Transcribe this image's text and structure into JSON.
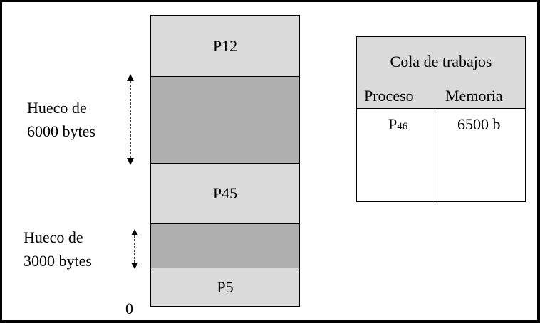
{
  "memory": {
    "blocks": [
      {
        "label": "P12",
        "kind": "process"
      },
      {
        "label": "",
        "kind": "hole"
      },
      {
        "label": "P45",
        "kind": "process"
      },
      {
        "label": "",
        "kind": "hole"
      },
      {
        "label": "P5",
        "kind": "process"
      }
    ],
    "hole_labels": [
      {
        "line1": "Hueco de",
        "line2": "6000 bytes"
      },
      {
        "line1": "Hueco de",
        "line2": "3000 bytes"
      }
    ],
    "origin_label": "0"
  },
  "job_queue": {
    "title": "Cola de trabajos",
    "columns": [
      "Proceso",
      "Memoria"
    ],
    "rows": [
      {
        "process": "P",
        "process_sub": "46",
        "memory": "6500 b"
      }
    ]
  },
  "colors": {
    "process_fill": "#dadada",
    "hole_fill": "#afafaf",
    "border": "#000000"
  }
}
